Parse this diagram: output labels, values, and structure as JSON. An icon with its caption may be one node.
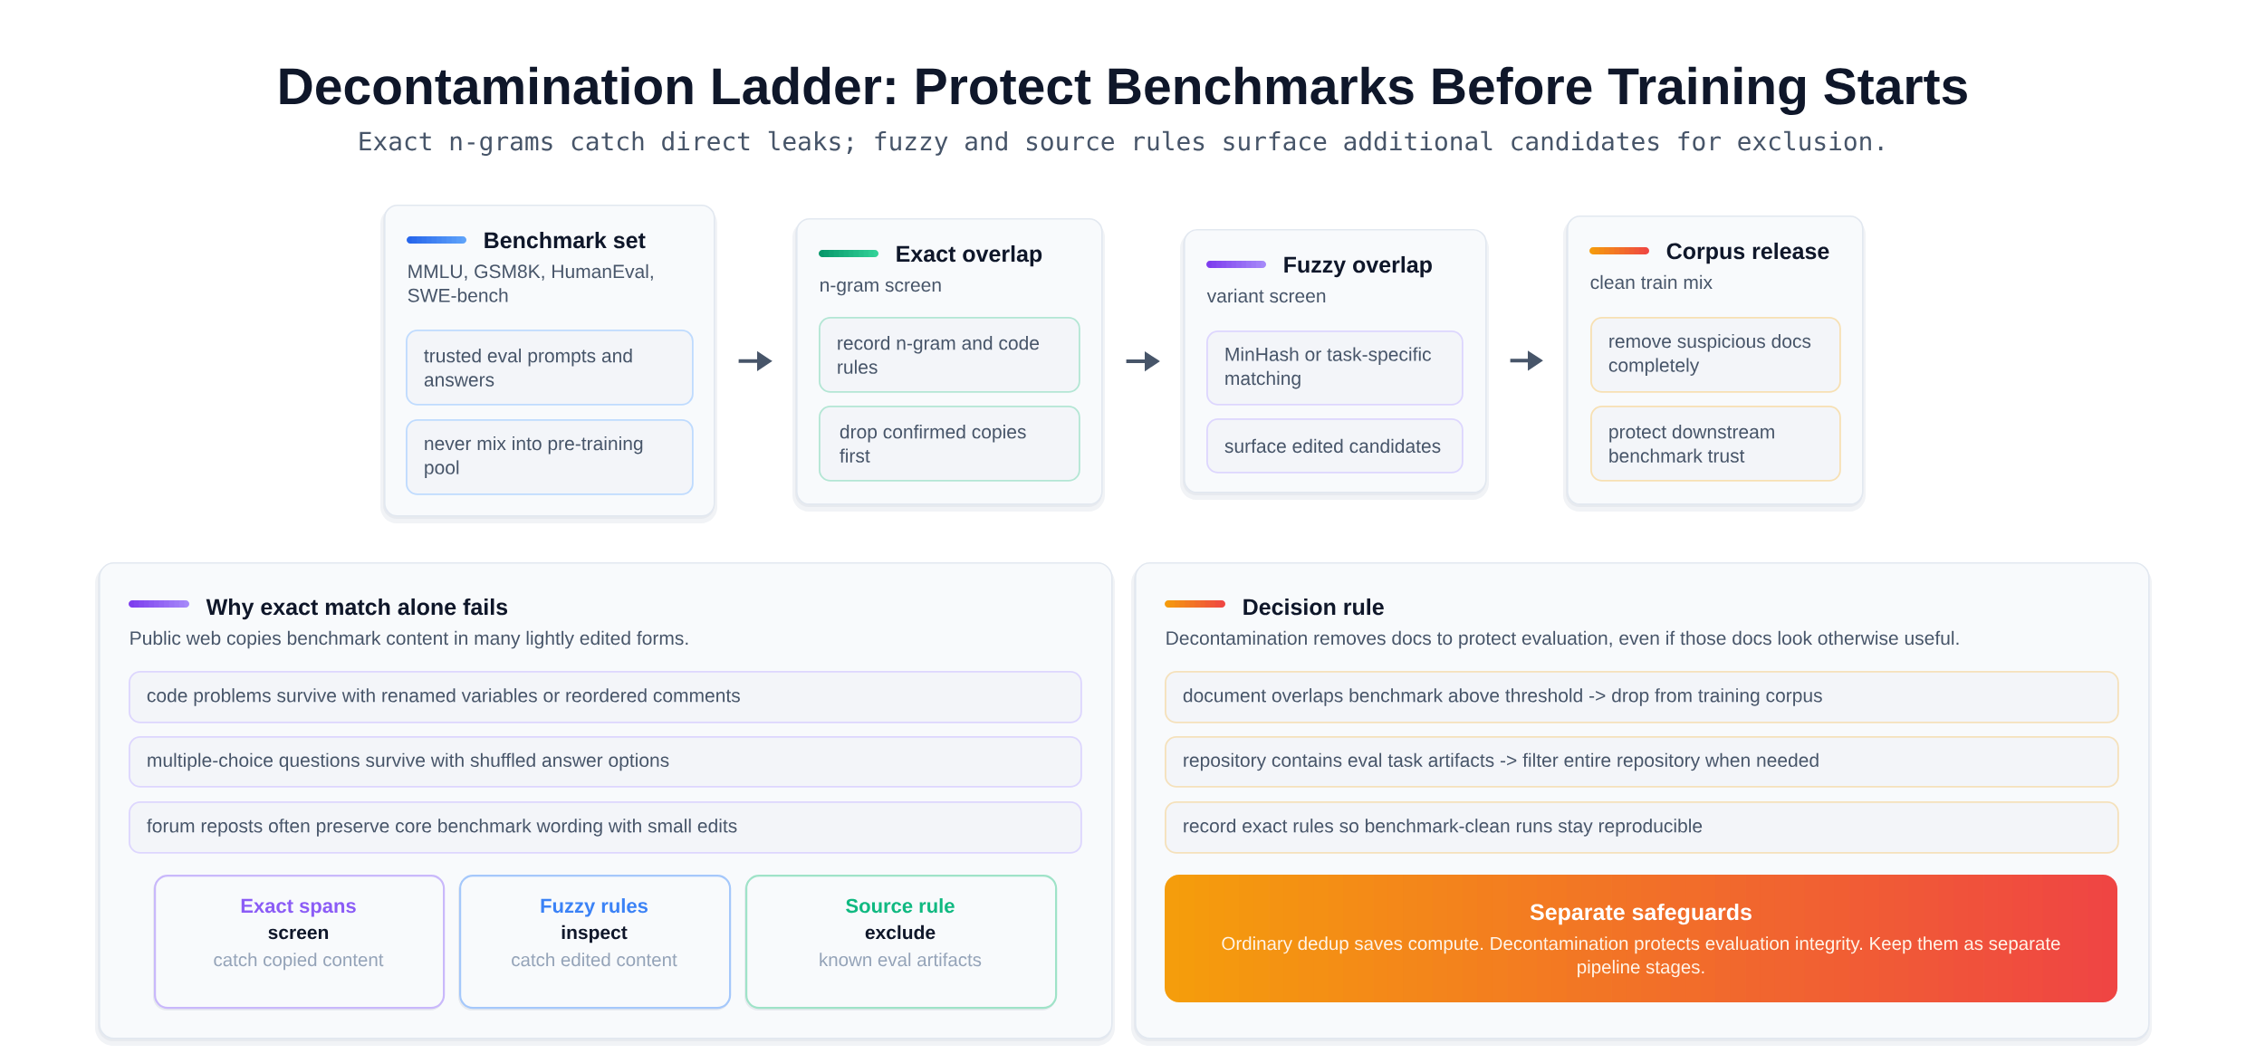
{
  "diagram": {
    "title": "Decontamination Ladder: Protect Benchmarks Before Training Starts",
    "nodes": [
      {
        "text": [
          "Benchmark set",
          "MMLU, GSM8K, HumanEval, SWE-bench"
        ]
      },
      {
        "text": [
          "trusted eval prompts and answers"
        ],
        "in": 0
      },
      {
        "text": [
          "never mix into pre-training pool"
        ],
        "in": 0
      },
      {
        "text": [
          "Exact overlap",
          "n-gram screen"
        ]
      },
      {
        "text": [
          "record n-gram and code rules"
        ],
        "in": 3
      },
      {
        "text": [
          "drop confirmed copies first"
        ],
        "in": 3
      },
      {
        "text": [
          "Fuzzy overlap",
          "variant screen"
        ]
      },
      {
        "text": [
          "MinHash or task-specific matching"
        ],
        "in": 6
      },
      {
        "text": [
          "surface edited candidates"
        ],
        "in": 6
      },
      {
        "text": [
          "Corpus release",
          "clean train mix"
        ]
      },
      {
        "text": [
          "remove suspicious docs completely"
        ],
        "in": 9
      },
      {
        "text": [
          "protect downstream benchmark trust"
        ],
        "in": 9
      },
      {
        "text": [
          "Why exact match alone fails",
          "Public web copies benchmark content in many lightly edited forms."
        ]
      },
      {
        "text": [
          "code problems survive with renamed variables or reordered comments"
        ],
        "in": 12
      },
      {
        "text": [
          "multiple-choice questions survive with shuffled answer options"
        ],
        "in": 12
      },
      {
        "text": [
          "forum reposts often preserve core benchmark wording with small edits"
        ],
        "in": 12
      },
      {
        "text": [
          "Exact spans",
          "screen",
          "catch copied content"
        ],
        "in": 12
      },
      {
        "text": [
          "Fuzzy rules",
          "inspect",
          "catch edited content"
        ],
        "in": 12
      },
      {
        "text": [
          "Source rule",
          "exclude",
          "known eval artifacts"
        ],
        "in": 12
      },
      {
        "text": [
          "Decision rule",
          "Decontamination removes docs to protect evaluation, even if those docs look otherwise useful."
        ]
      },
      {
        "text": [
          "document overlaps benchmark above threshold -> drop from training corpus"
        ],
        "in": 19
      },
      {
        "text": [
          "repository contains eval task artifacts -> filter entire repository when needed"
        ],
        "in": 19
      },
      {
        "text": [
          "record exact rules so benchmark-clean runs stay reproducible"
        ],
        "in": 19
      },
      {
        "text": [
          "Separate safeguards",
          "Ordinary dedup saves compute. Decontamination protects evaluation integrity. Keep them as separate pipeline stages."
        ],
        "in": 19
      }
    ],
    "edges": [
      {
        "from": 0,
        "to": 3,
        "arrow": "to"
      },
      {
        "from": 3,
        "to": 6,
        "arrow": "to"
      },
      {
        "from": 6,
        "to": 9,
        "arrow": "to"
      }
    ],
    "labels": [
      "Exact n-grams catch direct leaks; fuzzy and source rules surface additional candidates for exclusion."
    ]
  }
}
